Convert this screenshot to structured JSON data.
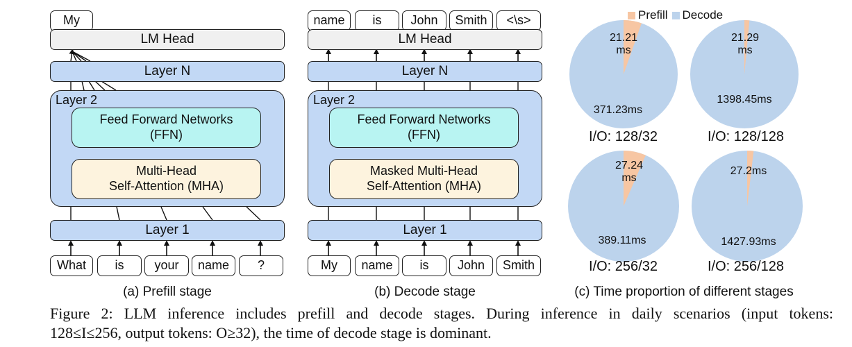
{
  "panel_a": {
    "output_token": "My",
    "lm_head": "LM Head",
    "layer_n": "Layer N",
    "layer_2": "Layer 2",
    "ffn_line1": "Feed Forward Networks",
    "ffn_line2": "(FFN)",
    "mha_line1": "Multi-Head",
    "mha_line2": "Self-Attention (MHA)",
    "layer_1": "Layer 1",
    "input_tokens": [
      "What",
      "is",
      "your",
      "name",
      "?"
    ],
    "subcaption": "(a) Prefill stage"
  },
  "panel_b": {
    "output_tokens": [
      "name",
      "is",
      "John",
      "Smith",
      "<\\s>"
    ],
    "lm_head": "LM Head",
    "layer_n": "Layer N",
    "layer_2": "Layer 2",
    "ffn_line1": "Feed Forward Networks",
    "ffn_line2": "(FFN)",
    "mha_line1": "Masked Multi-Head",
    "mha_line2": "Self-Attention (MHA)",
    "layer_1": "Layer 1",
    "input_tokens": [
      "My",
      "name",
      "is",
      "John",
      "Smith"
    ],
    "subcaption": "(b) Decode stage"
  },
  "panel_c": {
    "subcaption": "(c) Time proportion of different stages"
  },
  "chart_data": {
    "type": "pie",
    "title": "Time proportion of different stages",
    "legend": [
      {
        "label": "Prefill",
        "color": "#f7c6a3"
      },
      {
        "label": "Decode",
        "color": "#bcd3ec"
      }
    ],
    "legend_position": "top",
    "pies": [
      {
        "title": "I/O: 128/32",
        "prefill_ms": 21.21,
        "decode_ms": 371.23,
        "prefill_label": [
          "21.21",
          "ms"
        ],
        "decode_label": "371.23ms"
      },
      {
        "title": "I/O: 128/128",
        "prefill_ms": 21.29,
        "decode_ms": 1398.45,
        "prefill_label": [
          "21.29",
          "ms"
        ],
        "decode_label": "1398.45ms"
      },
      {
        "title": "I/O: 256/32",
        "prefill_ms": 27.24,
        "decode_ms": 389.11,
        "prefill_label": [
          "27.24",
          "ms"
        ],
        "decode_label": "389.11ms"
      },
      {
        "title": "I/O: 256/128",
        "prefill_ms": 27.2,
        "decode_ms": 1427.93,
        "prefill_label": [
          "27.2ms"
        ],
        "decode_label": "1427.93ms"
      }
    ]
  },
  "caption": {
    "line1": "Figure 2:  LLM inference includes prefill and decode stages.  During inference in daily scenarios (input tokens:",
    "line2": "128≤I≤256, output tokens: O≥32), the time of decode stage is dominant."
  }
}
